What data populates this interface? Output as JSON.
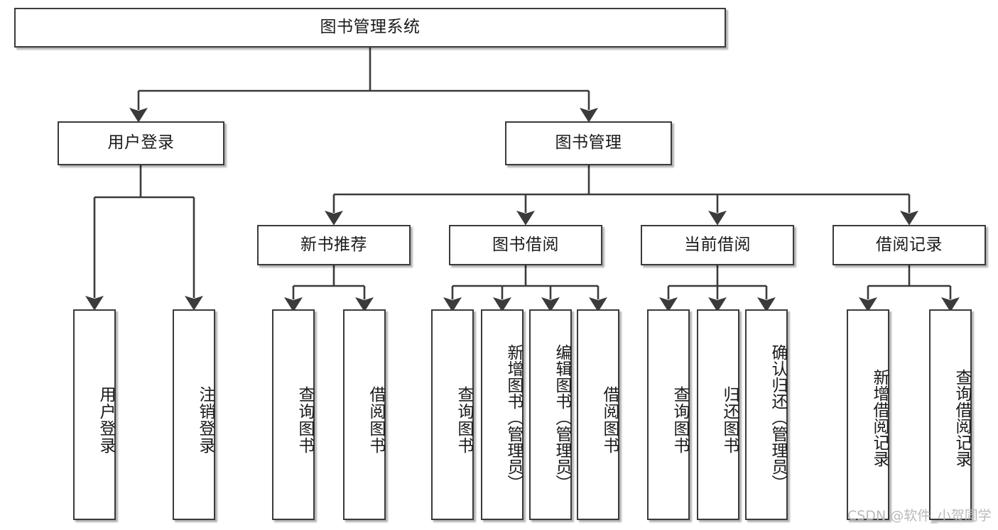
{
  "diagram": {
    "title": "图书管理系统",
    "type": "hierarchy-tree",
    "root": {
      "id": "root",
      "label": "图书管理系统",
      "orientation": "horizontal"
    },
    "level2": [
      {
        "id": "user-login",
        "label": "用户登录",
        "orientation": "horizontal"
      },
      {
        "id": "book-manage",
        "label": "图书管理",
        "orientation": "horizontal"
      }
    ],
    "level3": [
      {
        "id": "new-book-recommend",
        "label": "新书推荐",
        "orientation": "horizontal",
        "parent": "book-manage"
      },
      {
        "id": "book-borrow",
        "label": "图书借阅",
        "orientation": "horizontal",
        "parent": "book-manage"
      },
      {
        "id": "current-borrow",
        "label": "当前借阅",
        "orientation": "horizontal",
        "parent": "book-manage"
      },
      {
        "id": "borrow-record",
        "label": "借阅记录",
        "orientation": "horizontal",
        "parent": "book-manage"
      }
    ],
    "leaves": [
      {
        "id": "leaf-user-login",
        "label": "用户登录",
        "orientation": "vertical",
        "parent": "user-login"
      },
      {
        "id": "leaf-logout-login",
        "label": "注销登录",
        "orientation": "vertical",
        "parent": "user-login"
      },
      {
        "id": "leaf-query-book-1",
        "label": "查询图书",
        "orientation": "vertical",
        "parent": "new-book-recommend"
      },
      {
        "id": "leaf-borrow-book-1",
        "label": "借阅图书",
        "orientation": "vertical",
        "parent": "new-book-recommend"
      },
      {
        "id": "leaf-query-book-2",
        "label": "查询图书",
        "orientation": "vertical",
        "parent": "book-borrow"
      },
      {
        "id": "leaf-add-book",
        "label": "新增图书（管理员）",
        "orientation": "vertical",
        "parent": "book-borrow"
      },
      {
        "id": "leaf-edit-book",
        "label": "编辑图书（管理员）",
        "orientation": "vertical",
        "parent": "book-borrow"
      },
      {
        "id": "leaf-borrow-book-2",
        "label": "借阅图书",
        "orientation": "vertical",
        "parent": "book-borrow"
      },
      {
        "id": "leaf-query-book-3",
        "label": "查询图书",
        "orientation": "vertical",
        "parent": "current-borrow"
      },
      {
        "id": "leaf-return-book",
        "label": "归还图书",
        "orientation": "vertical",
        "parent": "current-borrow"
      },
      {
        "id": "leaf-confirm-return",
        "label": "确认归还（管理员）",
        "orientation": "vertical",
        "parent": "current-borrow"
      },
      {
        "id": "leaf-add-record",
        "label": "新增借阅记录",
        "orientation": "vertical",
        "parent": "borrow-record"
      },
      {
        "id": "leaf-query-record",
        "label": "查询借阅记录",
        "orientation": "vertical",
        "parent": "borrow-record"
      }
    ]
  },
  "watermark": {
    "text": "CSDN @软件_小贺同学"
  },
  "colors": {
    "stroke": "#3b3b3b",
    "box_fill": "#ffffff",
    "text": "#1a1a1a",
    "watermark": "#b9b9b9",
    "background": "#ffffff"
  }
}
